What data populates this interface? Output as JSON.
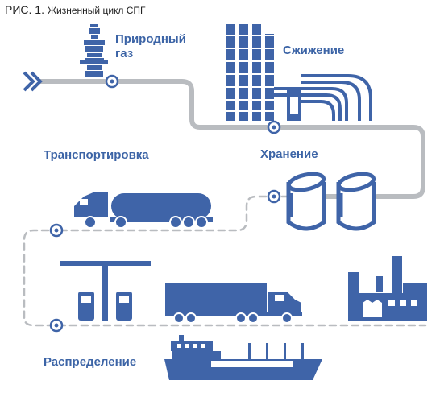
{
  "caption": {
    "figure": "РИС. 1.",
    "title": "Жизненный цикл СПГ"
  },
  "stages": {
    "natural_gas_line1": "Природный",
    "natural_gas_line2": "газ",
    "liquefaction": "Сжижение",
    "storage": "Хранение",
    "transportation": "Транспортировка",
    "distribution": "Распределение"
  },
  "colors": {
    "icon_blue": "#3f64a8",
    "pipe_gray": "#b9bcc0",
    "label_blue": "#3c64a6"
  }
}
